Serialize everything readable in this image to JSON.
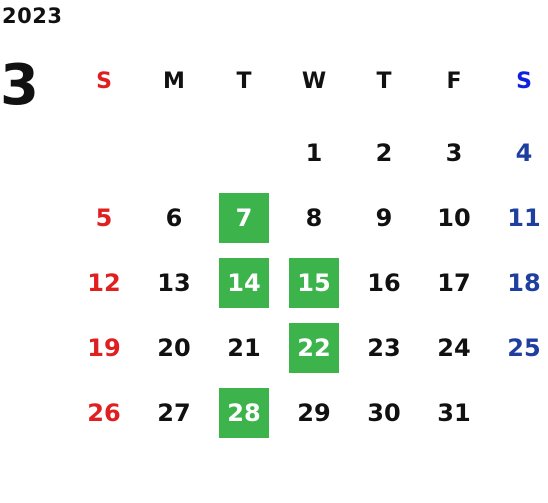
{
  "calendar": {
    "year": "2023",
    "month": "3",
    "weekdays": [
      "S",
      "M",
      "T",
      "W",
      "T",
      "F",
      "S"
    ],
    "colors": {
      "sunday": "#e02020",
      "saturday": "#1f3fa0",
      "saturday_header": "#1020e0",
      "highlight": "#3cb44b"
    },
    "weeks": [
      [
        "",
        "",
        "",
        "1",
        "2",
        "3",
        "4"
      ],
      [
        "5",
        "6",
        "7",
        "8",
        "9",
        "10",
        "11"
      ],
      [
        "12",
        "13",
        "14",
        "15",
        "16",
        "17",
        "18"
      ],
      [
        "19",
        "20",
        "21",
        "22",
        "23",
        "24",
        "25"
      ],
      [
        "26",
        "27",
        "28",
        "29",
        "30",
        "31",
        ""
      ]
    ],
    "highlighted_days": [
      "7",
      "14",
      "15",
      "22",
      "28"
    ]
  }
}
